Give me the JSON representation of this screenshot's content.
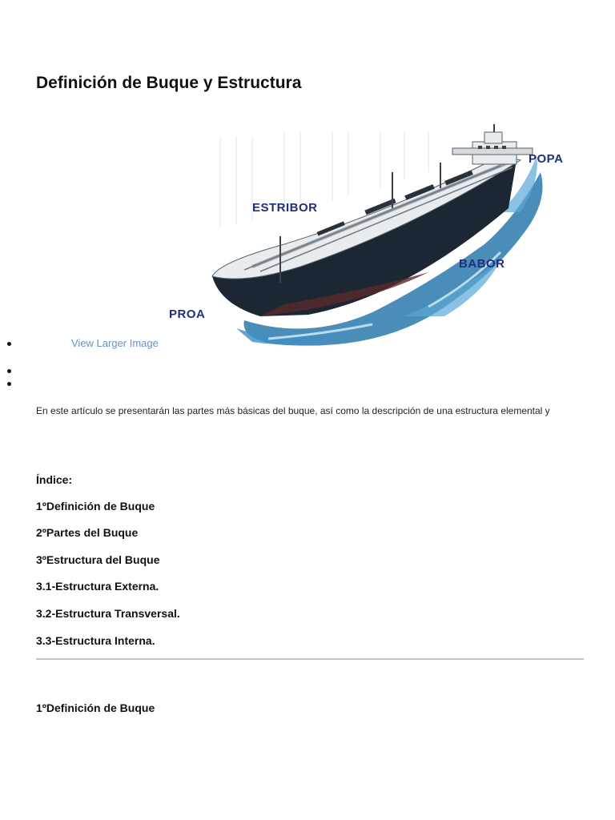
{
  "title": "Definición de Buque y Estructura",
  "figure": {
    "labels": {
      "popa": "POPA",
      "estribor": "ESTRIBOR",
      "babor": "BABOR",
      "proa": "PROA"
    },
    "colors": {
      "label": "#1f2f7a",
      "hull": "#1c2733",
      "water": "#2c79ad",
      "deck": "#e8ecef"
    }
  },
  "view_larger_label": "View Larger Image",
  "intro": "En este artículo se presentarán las partes más  básicas del buque, así como la descripción de una estructura elemental y",
  "index": {
    "heading": "Índice:",
    "items": [
      "1ºDefinición de Buque",
      "2ºPartes del Buque",
      "3ºEstructura del Buque",
      "3.1-Estructura Externa.",
      "3.2-Estructura Transversal.",
      "3.3-Estructura Interna."
    ]
  },
  "section_heading": "1ºDefinición de Buque",
  "colors": {
    "link": "#6a8fc4",
    "divider": "#c4c4c4"
  }
}
